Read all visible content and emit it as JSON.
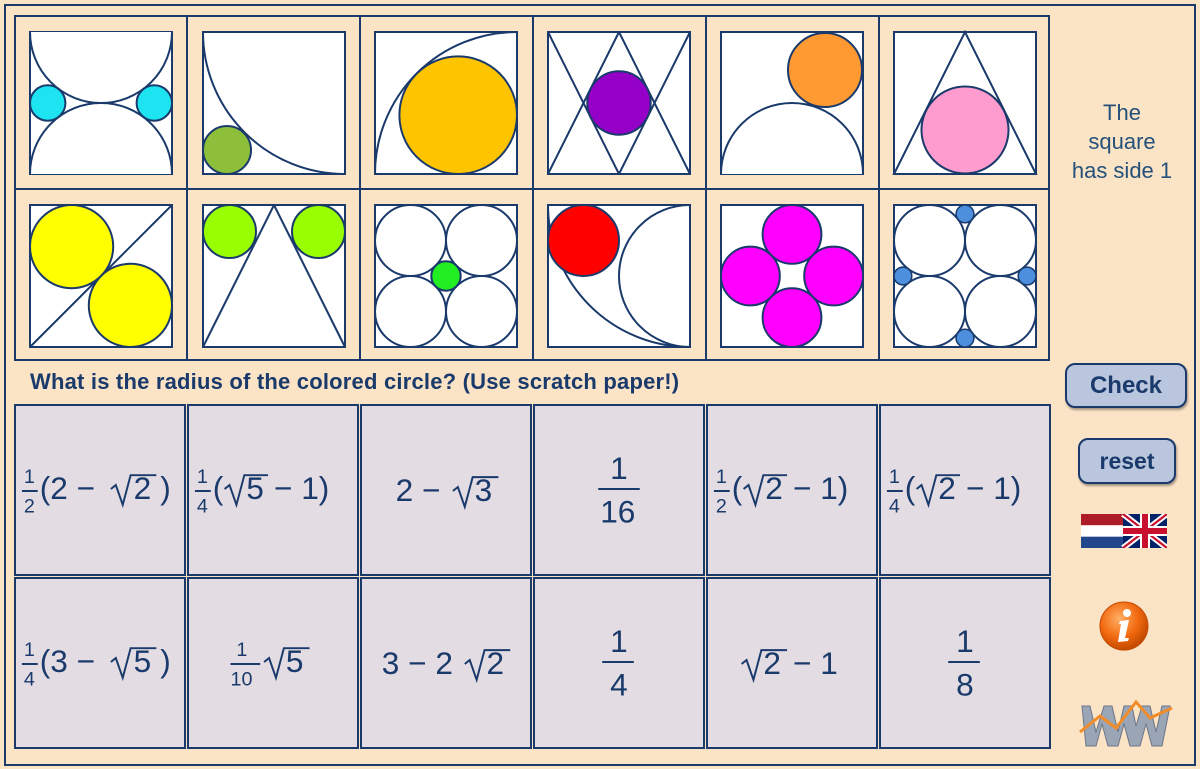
{
  "info_text": [
    "The",
    "square",
    "has side 1"
  ],
  "question": "What is the radius of the colored circle? (Use scratch paper!)",
  "buttons": {
    "check": "Check",
    "reset": "reset"
  },
  "colors": {
    "background": "#fbe3c6",
    "grid_line": "#1a3a6b",
    "answer_cell": "#e3dce3",
    "button": "#b9c6dd",
    "cyan": "#1ee4f2",
    "olive_green": "#8dbf3a",
    "gold": "#ffc400",
    "purple": "#9400c8",
    "orange": "#ff9a33",
    "pink": "#ff9ccf",
    "yellow": "#ffff00",
    "lime": "#99ff00",
    "green": "#22ee22",
    "red": "#ff0000",
    "magenta": "#ff00ff",
    "blue": "#4d8fdd"
  },
  "puzzles": [
    {
      "id": 1,
      "colored": "cyan"
    },
    {
      "id": 2,
      "colored": "olive_green"
    },
    {
      "id": 3,
      "colored": "gold"
    },
    {
      "id": 4,
      "colored": "purple"
    },
    {
      "id": 5,
      "colored": "orange"
    },
    {
      "id": 6,
      "colored": "pink"
    },
    {
      "id": 7,
      "colored": "yellow"
    },
    {
      "id": 8,
      "colored": "lime"
    },
    {
      "id": 9,
      "colored": "green"
    },
    {
      "id": 10,
      "colored": "red"
    },
    {
      "id": 11,
      "colored": "magenta"
    },
    {
      "id": 12,
      "colored": "blue"
    }
  ],
  "answers": [
    {
      "id": "a1",
      "text": "1/2 (2 − √2)"
    },
    {
      "id": "a2",
      "text": "1/4 (√5 − 1)"
    },
    {
      "id": "a3",
      "text": "2 − √3"
    },
    {
      "id": "a4",
      "text": "1/16"
    },
    {
      "id": "a5",
      "text": "1/2 (√2 − 1)"
    },
    {
      "id": "a6",
      "text": "1/4 (√2 − 1)"
    },
    {
      "id": "a7",
      "text": "1/4 (3 − √5)"
    },
    {
      "id": "a8",
      "text": "1/10 √5"
    },
    {
      "id": "a9",
      "text": "3 − 2√2"
    },
    {
      "id": "a10",
      "text": "1/4"
    },
    {
      "id": "a11",
      "text": "√2 − 1"
    },
    {
      "id": "a12",
      "text": "1/8"
    }
  ],
  "icons": {
    "flag": "dutch-english-flag-icon",
    "info": "info-icon",
    "logo": "wm-logo-icon"
  }
}
